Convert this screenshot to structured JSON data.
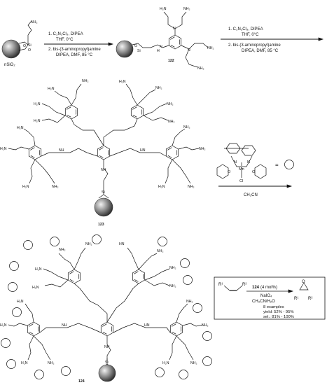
{
  "step1": {
    "line1": "1. C₃N₃Cl₃, DIPEA",
    "line2": "THF, 0°C",
    "line3": "2. bis-(3-aminopropyl)amine",
    "line4": "DIPEA, DMF, 85 °C"
  },
  "step2": {
    "line1": "1. C₃N₃Cl₃, DIPEA",
    "line2": "THF, 0°C",
    "line3": "2. bis-(3-aminopropyl)amine",
    "line4": "DIPEA, DMF, 85 °C"
  },
  "step3": {
    "solvent": "CH₃CN",
    "equals": "=",
    "metal": "Mn",
    "ligand_o": "O",
    "ligand_n": "N",
    "cl": "Cl"
  },
  "labels": {
    "nsio2": "nSiO₂",
    "c122": "122",
    "c123": "123",
    "c124": "124",
    "nh2": "NH₂",
    "h2n": "H₂N",
    "n": "N",
    "nh": "NH",
    "hn": "HN",
    "h": "H",
    "si": "Si",
    "o": "O"
  },
  "box": {
    "catalyst": "124",
    "loading": "(4 mol%)",
    "oxidant": "NaIO₄",
    "solvent": "CH₃CN/H₂O",
    "r1": "R¹",
    "r2": "R²",
    "o": "O",
    "examples": "8 examples",
    "yield": "yield: 52% - 95%",
    "sel": "sel.: 81% - 100%"
  }
}
